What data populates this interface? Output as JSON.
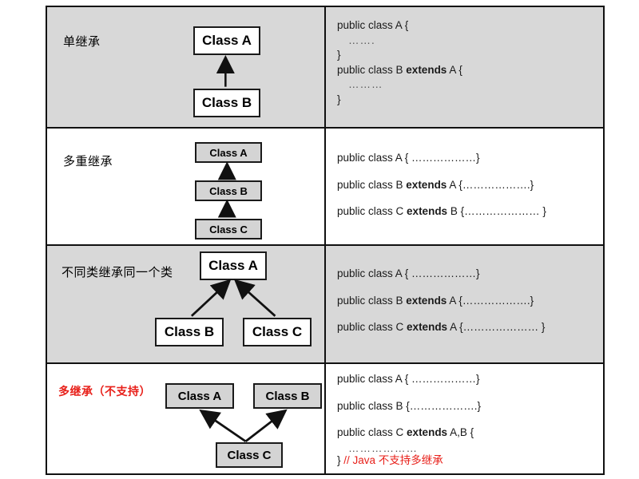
{
  "figure": {
    "title": "Java inheritance forms comparison table",
    "accent_red": "#e8201a",
    "cell_gray": "#d8d8d8",
    "box_gray": "#d4d4d4",
    "border": "#111111"
  },
  "rows": [
    {
      "caption": "单继承",
      "caption_color": "black",
      "cell_bg": "gray",
      "diagram": {
        "type": "single-inheritance",
        "boxes": [
          {
            "id": "A",
            "label": "Class A"
          },
          {
            "id": "B",
            "label": "Class B"
          }
        ],
        "edges": [
          {
            "from": "B",
            "to": "A"
          }
        ]
      },
      "code_lines": [
        {
          "text": "public class A {",
          "kind": "plain"
        },
        {
          "text": "…….",
          "kind": "dots"
        },
        {
          "text": "}",
          "kind": "plain"
        },
        {
          "pre": "public class B ",
          "kw": "extends",
          "post": " A {",
          "kind": "extends"
        },
        {
          "text": "………",
          "kind": "dots"
        },
        {
          "text": "}",
          "kind": "plain"
        }
      ]
    },
    {
      "caption": "多重继承",
      "caption_color": "black",
      "cell_bg": "white",
      "diagram": {
        "type": "multilevel-inheritance",
        "boxes": [
          {
            "id": "A",
            "label": "Class A"
          },
          {
            "id": "B",
            "label": "Class B"
          },
          {
            "id": "C",
            "label": "Class C"
          }
        ],
        "edges": [
          {
            "from": "B",
            "to": "A"
          },
          {
            "from": "C",
            "to": "B"
          }
        ]
      },
      "code_lines": [
        {
          "text": "public class A { ………………}",
          "kind": "plain"
        },
        {
          "pre": "public class B ",
          "kw": "extends",
          "post": " A {……………….}",
          "kind": "extends"
        },
        {
          "pre": "public class C ",
          "kw": "extends",
          "post": "  B {………………… }",
          "kind": "extends"
        }
      ]
    },
    {
      "caption": "不同类继承同一个类",
      "caption_color": "black",
      "cell_bg": "gray",
      "diagram": {
        "type": "hierarchical-inheritance",
        "boxes": [
          {
            "id": "A",
            "label": "Class A"
          },
          {
            "id": "B",
            "label": "Class B"
          },
          {
            "id": "C",
            "label": "Class C"
          }
        ],
        "edges": [
          {
            "from": "B",
            "to": "A"
          },
          {
            "from": "C",
            "to": "A"
          }
        ]
      },
      "code_lines": [
        {
          "text": "public class A { ………………}",
          "kind": "plain"
        },
        {
          "pre": "public class B ",
          "kw": "extends",
          "post": " A {……………….}",
          "kind": "extends"
        },
        {
          "pre": "public class C ",
          "kw": "extends",
          "post": " A {………………… }",
          "kind": "extends"
        }
      ]
    },
    {
      "caption": "多继承（不支持）",
      "caption_color": "red",
      "cell_bg": "white",
      "diagram": {
        "type": "multiple-inheritance-unsupported",
        "boxes": [
          {
            "id": "A",
            "label": "Class A"
          },
          {
            "id": "B",
            "label": "Class B"
          },
          {
            "id": "C",
            "label": "Class C"
          }
        ],
        "edges": [
          {
            "from": "C",
            "to": "A"
          },
          {
            "from": "C",
            "to": "B"
          }
        ]
      },
      "code_lines": [
        {
          "text": "public class A { ………………}",
          "kind": "plain"
        },
        {
          "text": "public class B {……………….}",
          "kind": "plain"
        },
        {
          "pre": "public class C ",
          "kw": "extends",
          "post": "  A,B {",
          "kind": "extends"
        },
        {
          "text": "………………",
          "kind": "dots-indent"
        },
        {
          "black": "} ",
          "red": "// Java  不支持多继承",
          "kind": "comment"
        }
      ]
    }
  ]
}
